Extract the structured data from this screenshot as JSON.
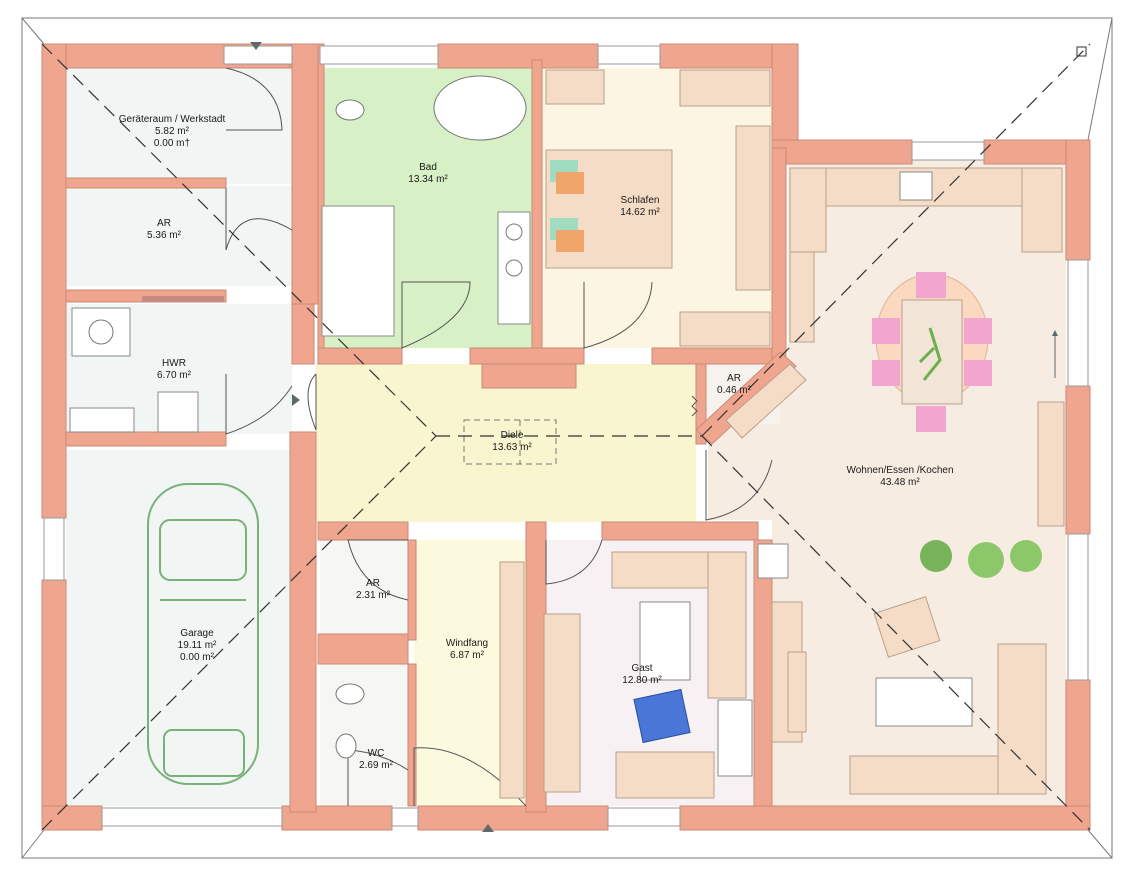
{
  "rooms": {
    "geraeteraum": {
      "name": "Geräteraum / Werkstadt",
      "area": "5.82 m²",
      "area2": "0.00 m†"
    },
    "ar1": {
      "name": "AR",
      "area": "5.36 m²"
    },
    "hwr": {
      "name": "HWR",
      "area": "6.70 m²"
    },
    "garage": {
      "name": "Garage",
      "area": "19.11 m²",
      "area2": "0.00 m²"
    },
    "bad": {
      "name": "Bad",
      "area": "13.34 m²"
    },
    "schlafen": {
      "name": "Schlafen",
      "area": "14.62 m²"
    },
    "ar2": {
      "name": "AR",
      "area": "0.46 m²"
    },
    "diele": {
      "name": "Diele",
      "area": "13.63 m²"
    },
    "wohnen": {
      "name": "Wohnen/Essen /Kochen",
      "area": "43.48 m²"
    },
    "ar3": {
      "name": "AR",
      "area": "2.31 m²"
    },
    "windfang": {
      "name": "Windfang",
      "area": "6.87 m²"
    },
    "wc": {
      "name": "WC",
      "area": "2.69 m²"
    },
    "gast": {
      "name": "Gast",
      "area": "12.80 m²"
    }
  },
  "colors": {
    "wall": "#f0a58e",
    "bad_floor": "#d8f0c6",
    "diele_floor": "#f8f5cf",
    "wohnen_floor": "#f7ece2",
    "schlafen_floor": "#fbf5e1",
    "gast_floor": "#f7f1f4",
    "utility_floor": "#f1f5f3",
    "windfang_floor": "#fbf9de"
  }
}
